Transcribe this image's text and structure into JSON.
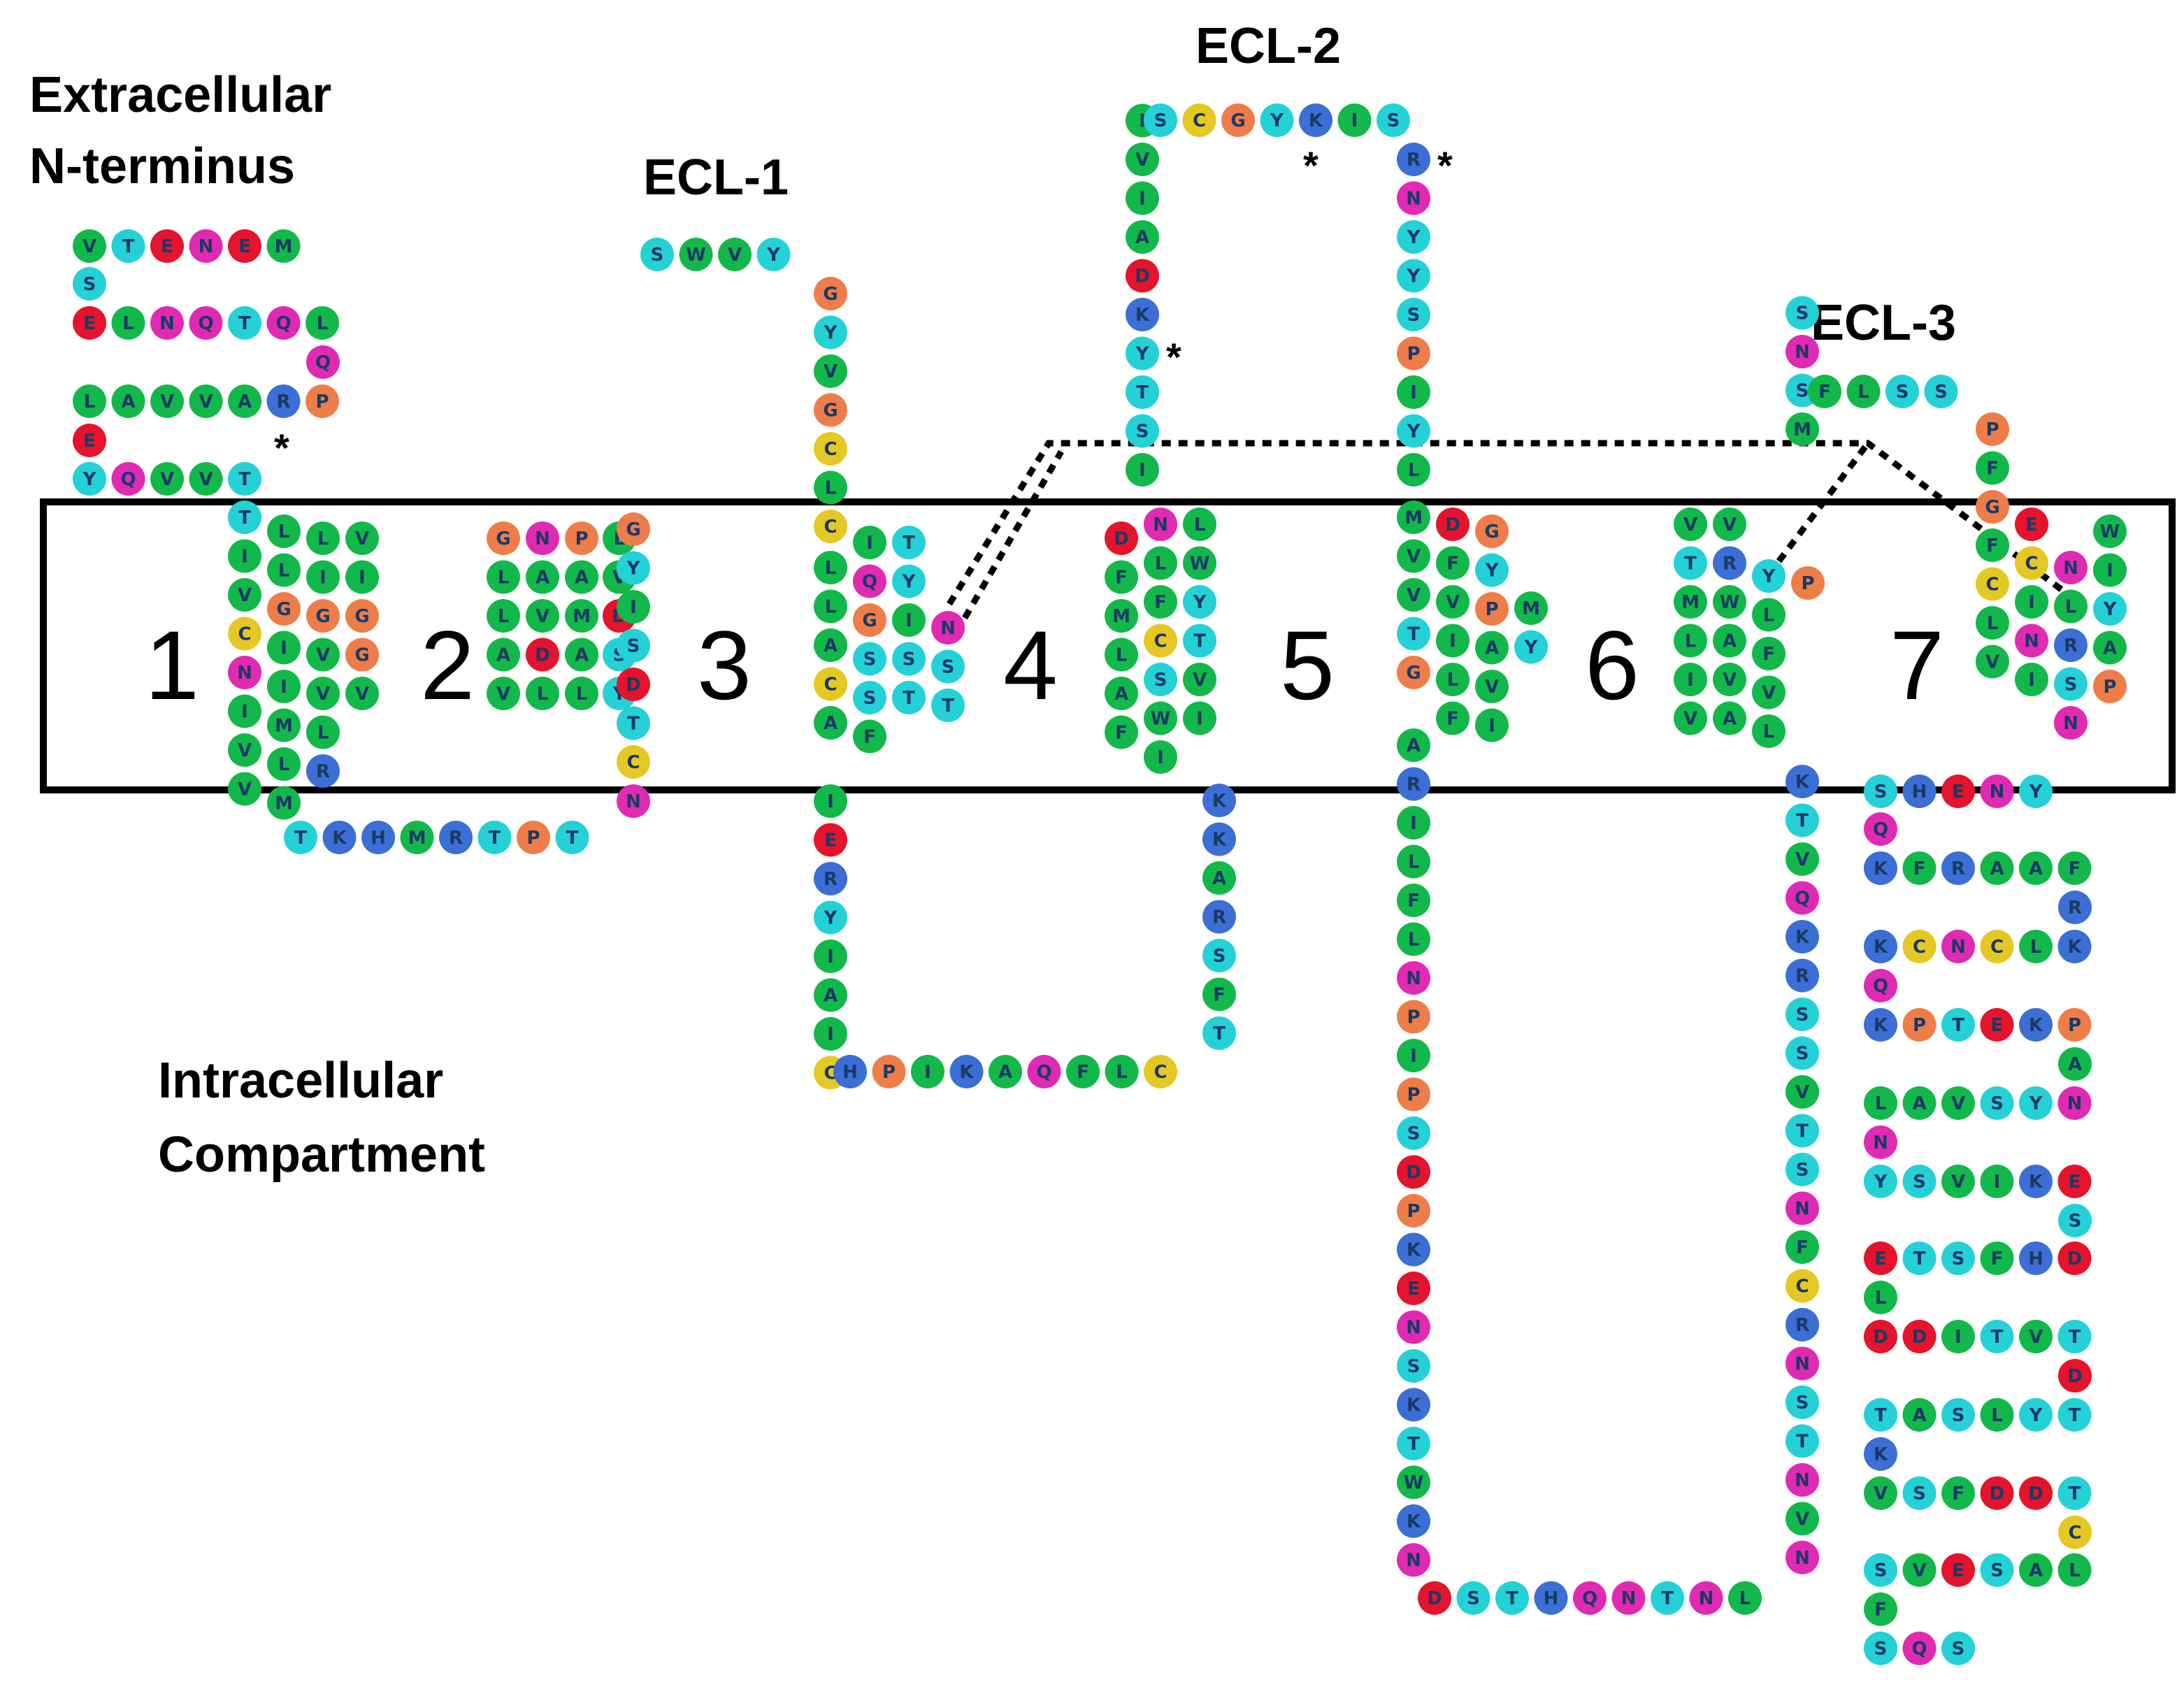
{
  "labels": {
    "n_terminus_line1": "Extracellular",
    "n_terminus_line2": "N-terminus",
    "intracellular_line1": "Intracellular",
    "intracellular_line2": "Compartment",
    "ecl1": "ECL-1",
    "ecl2": "ECL-2",
    "ecl3": "ECL-3"
  },
  "helices": [
    "1",
    "2",
    "3",
    "4",
    "5",
    "6",
    "7"
  ],
  "asterisk": "*",
  "colors": {
    "hydrophobic": "#12b84a",
    "polar": "#24d1d6",
    "acidic": "#e5132b",
    "basic": "#3b6fd6",
    "amide": "#e02ab4",
    "glycine_proline": "#ee7d4a",
    "cysteine": "#e6c824"
  },
  "segments": [
    {
      "id": "nterm-row1",
      "seq": "VTENEM"
    },
    {
      "id": "nterm-link1",
      "seq": "S"
    },
    {
      "id": "nterm-row2",
      "seq": "ELNQTQL"
    },
    {
      "id": "nterm-link2",
      "seq": "Q"
    },
    {
      "id": "nterm-row3",
      "seq": "LAVVARP"
    },
    {
      "id": "nterm-link3",
      "seq": "E"
    },
    {
      "id": "nterm-row4",
      "seq": "YQVVT"
    },
    {
      "id": "tm1-c1",
      "seq": "TIVCNIVV"
    },
    {
      "id": "tm1-c2",
      "seq": "LLGIIMLM"
    },
    {
      "id": "tm1-c3",
      "seq": "LIGVVLR"
    },
    {
      "id": "tm1-c4",
      "seq": "VIGGV"
    },
    {
      "id": "icl1",
      "seq": "TKHMRTPT"
    },
    {
      "id": "icl1-up",
      "seq": "N"
    },
    {
      "id": "tm2-c1",
      "seq": "GLLAV"
    },
    {
      "id": "tm2-c2",
      "seq": "NAVDL"
    },
    {
      "id": "tm2-c3",
      "seq": "PAMAL"
    },
    {
      "id": "tm2-c4",
      "seq": "LVDSY"
    },
    {
      "id": "tm2-up",
      "seq": "CTDSIYG"
    },
    {
      "id": "ecl1",
      "seq": "SWVY"
    },
    {
      "id": "tm3-down",
      "seq": "GYVGCLC"
    },
    {
      "id": "tm3-c1",
      "seq": "LLACA"
    },
    {
      "id": "tm3-c2",
      "seq": "IQGSSF"
    },
    {
      "id": "tm3-c3",
      "seq": "TYIST"
    },
    {
      "id": "tm3-c4",
      "seq": "NST"
    },
    {
      "id": "icl2-down",
      "seq": "IERYIAIC"
    },
    {
      "id": "icl2",
      "seq": "HPIKAQFLC"
    },
    {
      "id": "icl2-up",
      "seq": "TFSRAKK"
    },
    {
      "id": "tm4-c1",
      "seq": "DFMLAF"
    },
    {
      "id": "tm4-c2",
      "seq": "NLFCSWI"
    },
    {
      "id": "tm4-c3",
      "seq": "LWYTVI"
    },
    {
      "id": "tm4-up",
      "seq": "ISTYKDAIVI"
    },
    {
      "id": "ecl2",
      "seq": "SCGYKIS"
    },
    {
      "id": "tm5-down",
      "seq": "RNYYSPIYL"
    },
    {
      "id": "tm5-c1",
      "seq": "MVVTG"
    },
    {
      "id": "tm5-c2",
      "seq": "DFVILF"
    },
    {
      "id": "tm5-c3",
      "seq": "GYPAVI"
    },
    {
      "id": "tm5-c4",
      "seq": "MY"
    },
    {
      "id": "icl3-down",
      "seq": "ARILFLNPIPSDPKENSKTWKN"
    },
    {
      "id": "icl3",
      "seq": "DSTHQNTNL"
    },
    {
      "id": "icl3-up",
      "seq": "NVNTSNRCFNSTVSSRKQVTK"
    },
    {
      "id": "tm6-c1",
      "seq": "VTMLIV"
    },
    {
      "id": "tm6-c2",
      "seq": "VRWAVA"
    },
    {
      "id": "tm6-c3",
      "seq": "YLFVL"
    },
    {
      "id": "tm6-c4",
      "seq": "P"
    },
    {
      "id": "tm6-up",
      "seq": "MSNS"
    },
    {
      "id": "ecl3",
      "seq": "FLSS"
    },
    {
      "id": "tm7-down",
      "seq": "PFG"
    },
    {
      "id": "tm7-c1",
      "seq": "FCLV"
    },
    {
      "id": "tm7-c2",
      "seq": "ECINI"
    },
    {
      "id": "tm7-c3",
      "seq": "NLRSN"
    },
    {
      "id": "tm7-c4",
      "seq": "WIYAP"
    },
    {
      "id": "cterm-row1",
      "seq": "SHENY"
    },
    {
      "id": "cterm-link1",
      "seq": "Q"
    },
    {
      "id": "cterm-row2",
      "seq": "KFRAAF"
    },
    {
      "id": "cterm-link2",
      "seq": "R"
    },
    {
      "id": "cterm-row3",
      "seq": "KCNCLK"
    },
    {
      "id": "cterm-link3",
      "seq": "Q"
    },
    {
      "id": "cterm-row4",
      "seq": "KPTEKP"
    },
    {
      "id": "cterm-link4",
      "seq": "A"
    },
    {
      "id": "cterm-row5",
      "seq": "LAVSYN"
    },
    {
      "id": "cterm-link5",
      "seq": "N"
    },
    {
      "id": "cterm-row6",
      "seq": "YSVIKE"
    },
    {
      "id": "cterm-link6",
      "seq": "S"
    },
    {
      "id": "cterm-row7",
      "seq": "ETSFHD"
    },
    {
      "id": "cterm-link7",
      "seq": "L"
    },
    {
      "id": "cterm-row8",
      "seq": "DDITVT"
    },
    {
      "id": "cterm-link8",
      "seq": "D"
    },
    {
      "id": "cterm-row9",
      "seq": "TASLYT"
    },
    {
      "id": "cterm-link9",
      "seq": "K"
    },
    {
      "id": "cterm-row10",
      "seq": "VSFDDT"
    },
    {
      "id": "cterm-link10",
      "seq": "C"
    },
    {
      "id": "cterm-row11",
      "seq": "SVESAL"
    },
    {
      "id": "cterm-link11",
      "seq": "F"
    },
    {
      "id": "cterm-row12",
      "seq": "SQS"
    }
  ]
}
